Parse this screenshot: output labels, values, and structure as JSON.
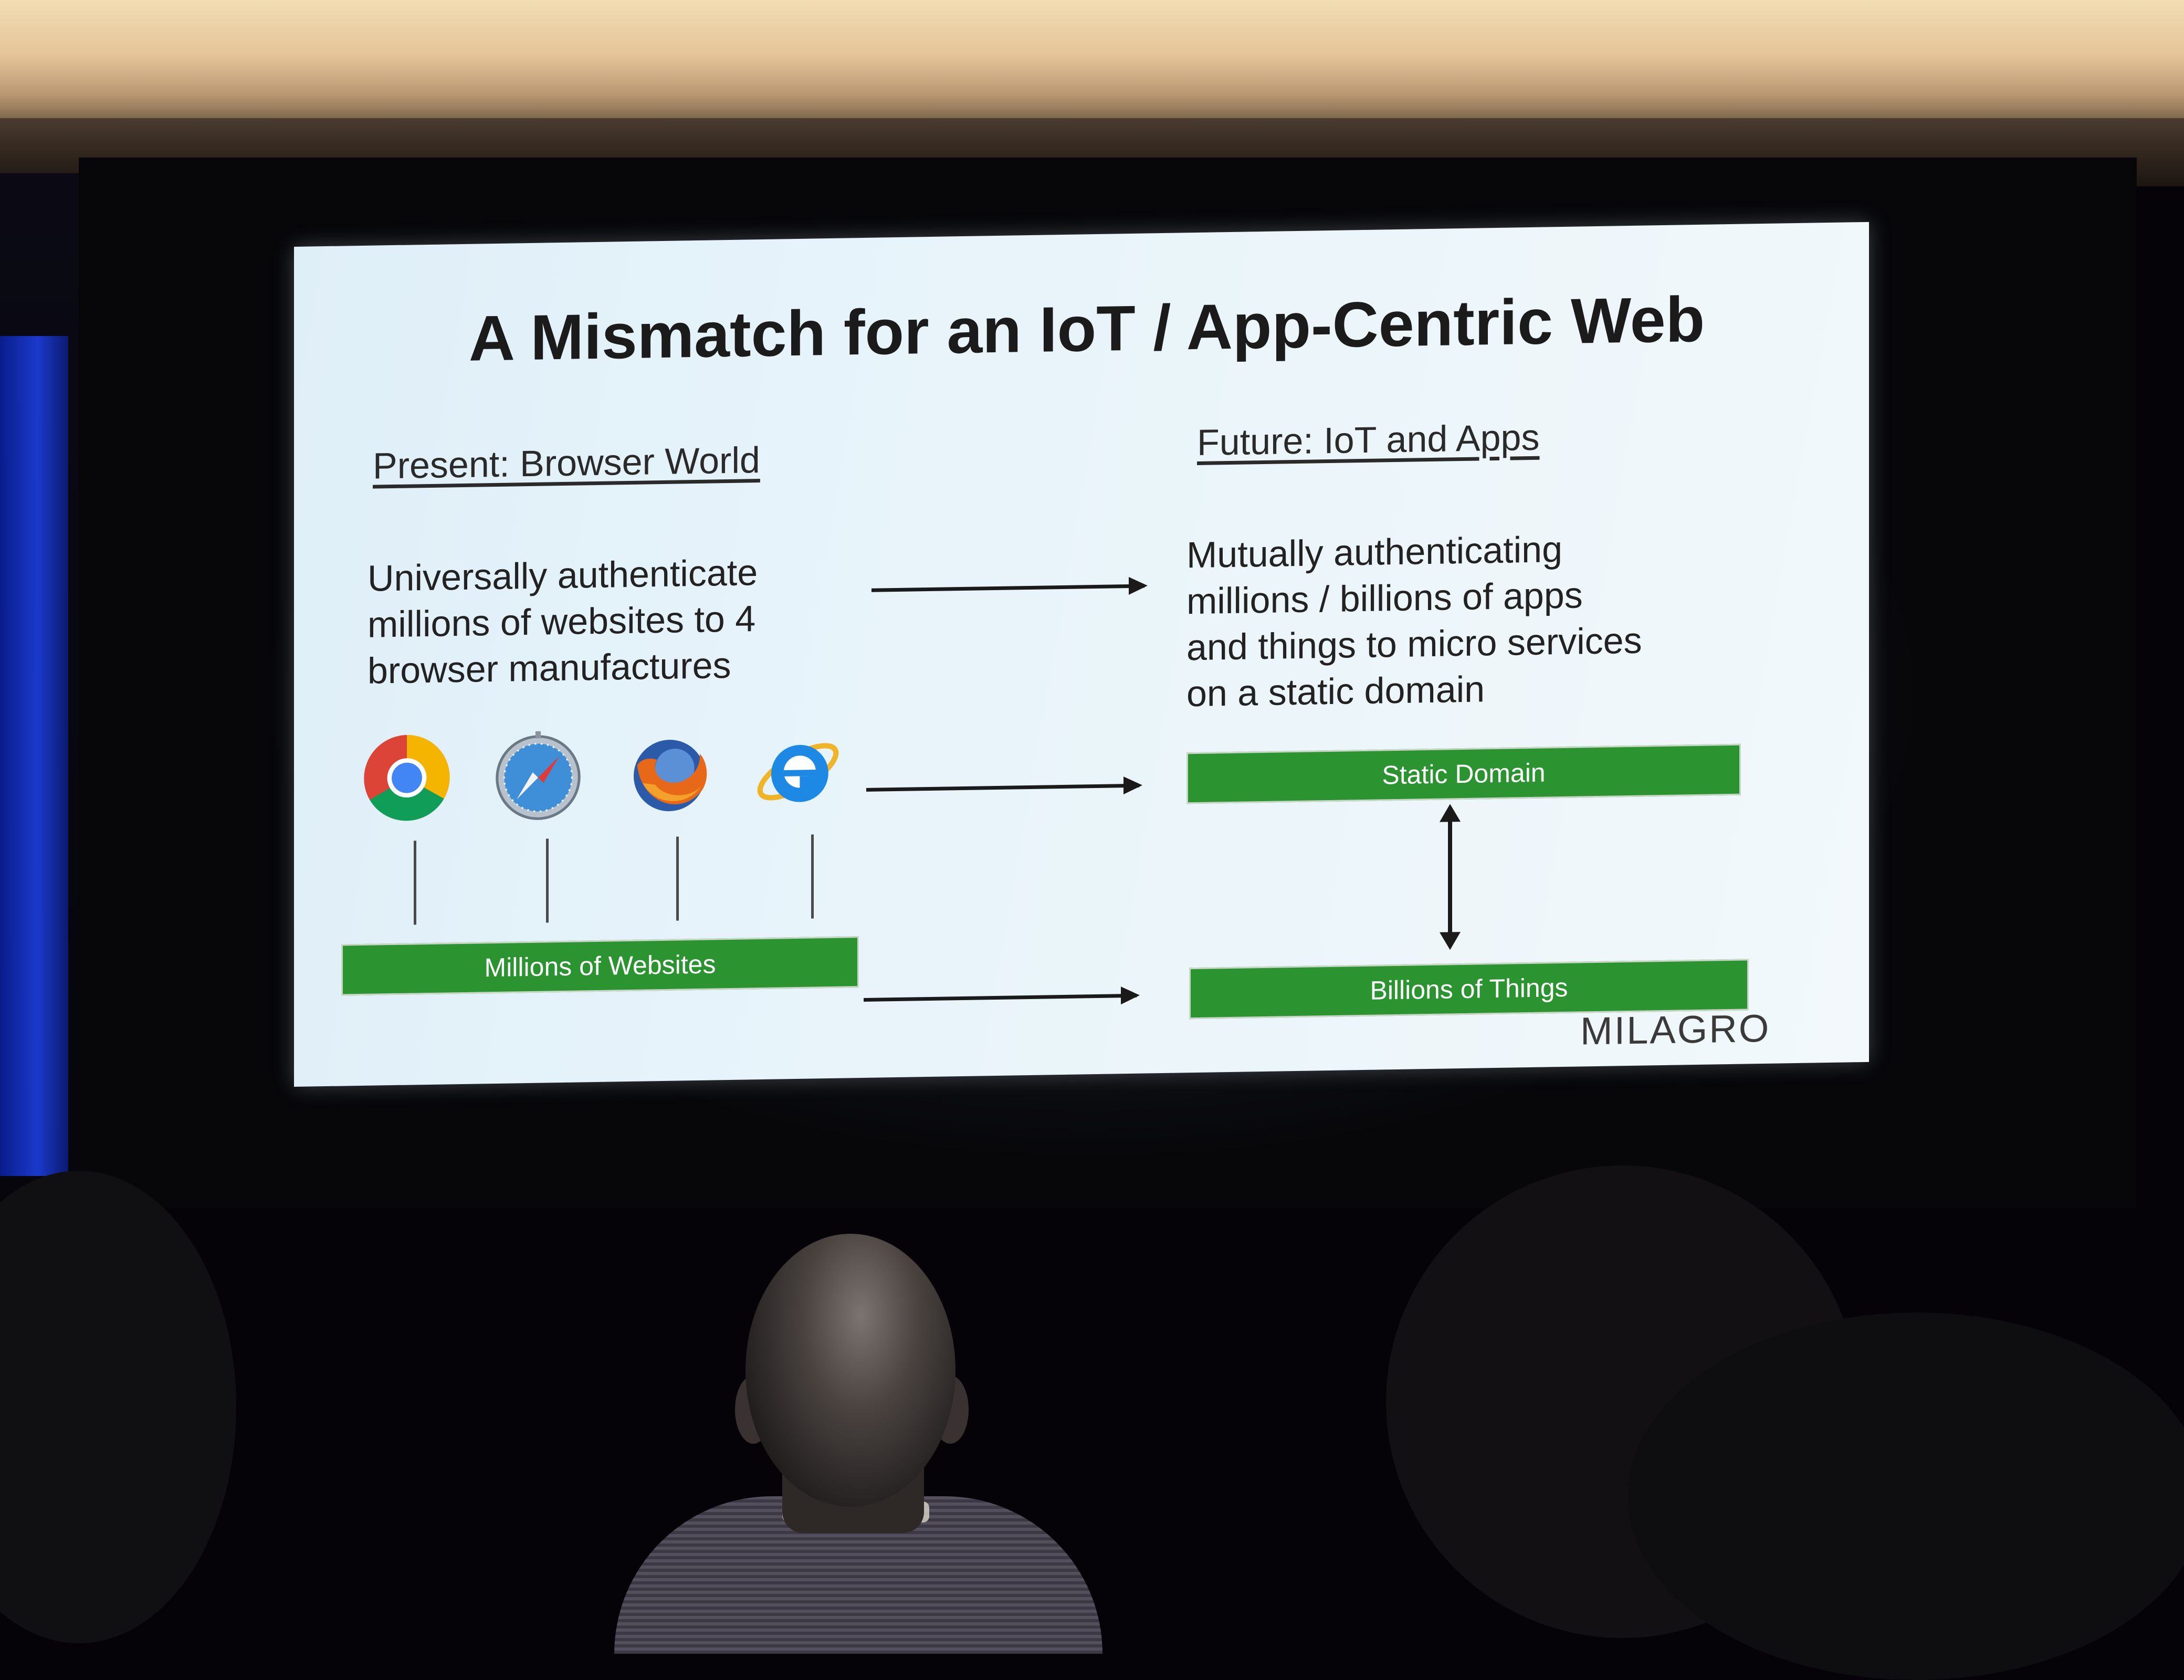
{
  "slide": {
    "title": "A Mismatch for an IoT / App-Centric Web",
    "left_heading": "Present: Browser World",
    "right_heading": "Future: IoT and Apps",
    "left_text_lines": [
      "Universally authenticate",
      "millions of websites to 4",
      "browser manufactures"
    ],
    "right_text_lines": [
      "Mutually authenticating",
      "millions / billions of apps",
      "and things to micro services",
      "on a static domain"
    ],
    "boxes": {
      "websites": "Millions of Websites",
      "static_domain": "Static Domain",
      "things": "Billions of Things"
    },
    "browser_icons": [
      "chrome-logo",
      "safari-logo",
      "firefox-logo",
      "internet-explorer-logo"
    ],
    "brand": "MILAGRO",
    "colors": {
      "box_green": "#2b9431",
      "slide_background": "#e8f4fa",
      "text": "#222222"
    }
  }
}
